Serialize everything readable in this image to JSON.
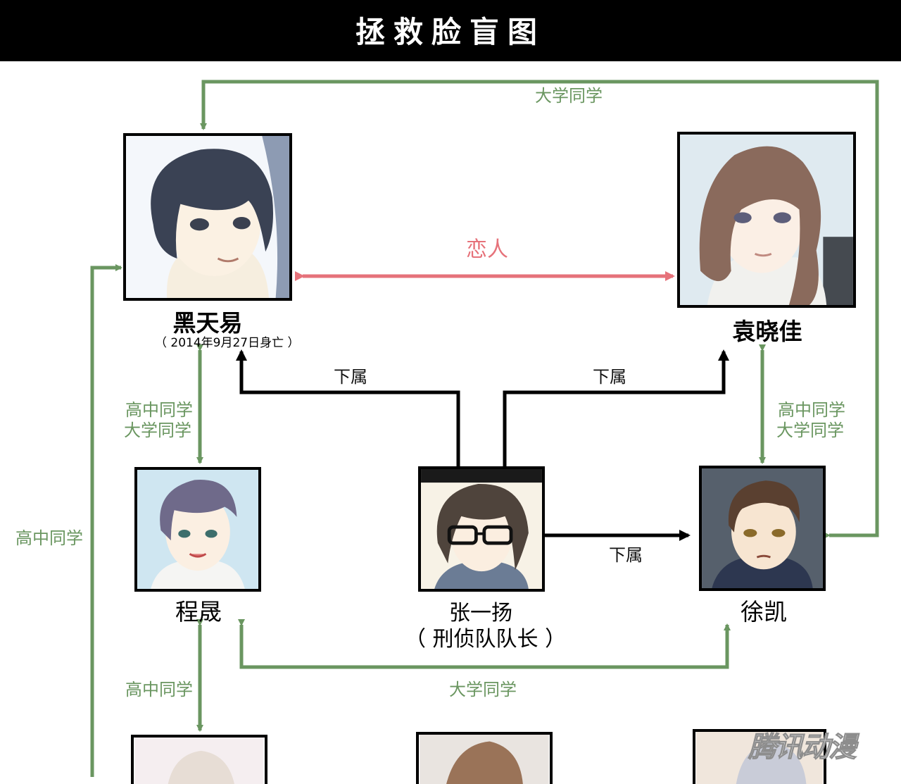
{
  "title": "拯救脸盲图",
  "colors": {
    "classmate_green": "#6a9660",
    "lover_pink": "#e6727a",
    "subordinate_black": "#000000",
    "header_bg": "#000000"
  },
  "characters": {
    "hei_tianyi": {
      "name": "黑天易",
      "note": "（ 2014年9月27日身亡 ）"
    },
    "yuan_xiaojia": {
      "name": "袁晓佳"
    },
    "cheng_sheng": {
      "name": "程晟"
    },
    "zhang_yiyang": {
      "name": "张一扬",
      "role": "（ 刑侦队队长 ）"
    },
    "xu_kai": {
      "name": "徐凯"
    }
  },
  "relations": {
    "top_university": "大学同学",
    "lovers": "恋人",
    "left_high_school": "高中同学",
    "hei_cheng_line1": "高中同学",
    "hei_cheng_line2": "大学同学",
    "yuan_xu_line1": "高中同学",
    "yuan_xu_line2": "大学同学",
    "sub_hei": "下属",
    "sub_yuan": "下属",
    "sub_xu": "下属",
    "cheng_xu_university": "大学同学",
    "cheng_lower_high_school": "高中同学"
  },
  "watermark": "腾讯动漫"
}
